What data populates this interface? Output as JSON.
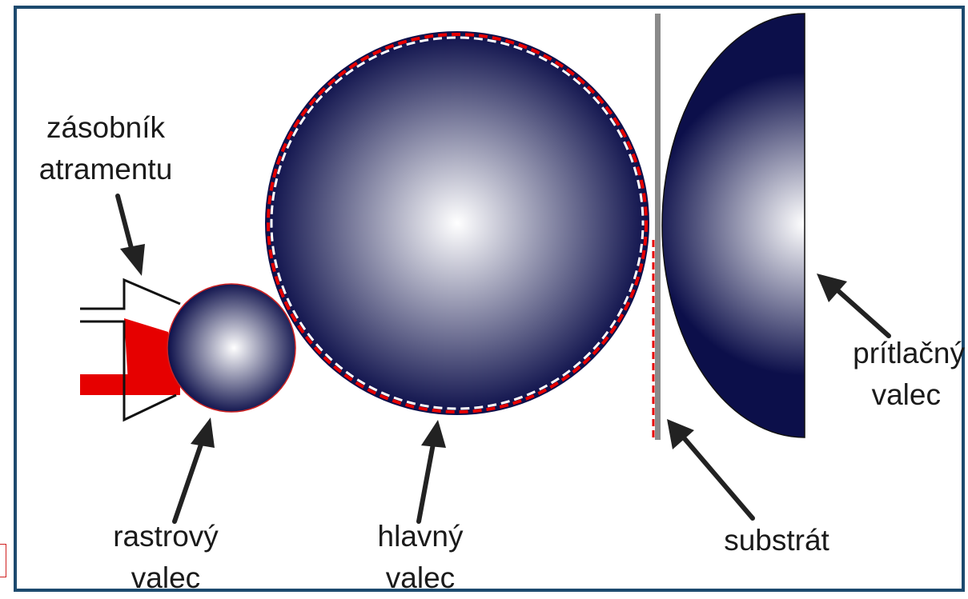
{
  "labels": {
    "ink_reservoir": [
      "zásobník",
      "atramentu"
    ],
    "anilox_roller": [
      "rastrový",
      "valec"
    ],
    "plate_cylinder": [
      "hlavný",
      "valec"
    ],
    "substrate": [
      "substrát"
    ],
    "impression_cylinder": [
      "prítlačný",
      "valec"
    ]
  },
  "colors": {
    "frame": "#1d4a6e",
    "cylinder_dark": "#0c0f4a",
    "cylinder_light": "#ffffff",
    "ink": "#e60000",
    "substrate": "#8a8a8a",
    "arrow": "#222222"
  }
}
